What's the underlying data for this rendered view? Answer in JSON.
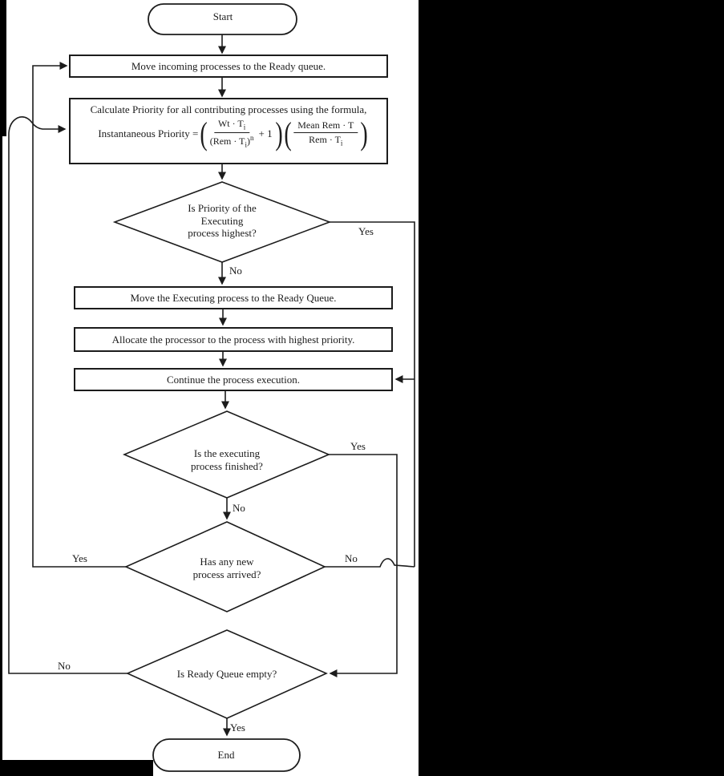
{
  "diagram": {
    "terminators": {
      "start": "Start",
      "end": "End"
    },
    "processes": {
      "move_incoming": "Move incoming processes to the Ready queue.",
      "calculate_line": "Calculate Priority for all contributing processes using the formula,",
      "move_executing": "Move the Executing process to the Ready Queue.",
      "allocate": "Allocate the processor to the process with highest priority.",
      "continue_exec": "Continue the process execution."
    },
    "formula": {
      "lhs": "Instantaneous Priority =",
      "paren_open": "(",
      "paren_close": ")",
      "frac1_num_main": "Wt · T",
      "frac1_num_sub": "i",
      "frac1_den_main": "(Rem · T",
      "frac1_den_sub": "i",
      "frac1_den_close": ")",
      "frac1_den_sup": "n",
      "plus_one": "+ 1",
      "frac2_num": "Mean Rem · T",
      "frac2_den_main": "Rem · T",
      "frac2_den_sub": "i"
    },
    "decisions": {
      "d1": {
        "line1": "Is Priority of the",
        "line2": "Executing",
        "line3": "process highest?",
        "yes": "Yes",
        "no": "No"
      },
      "d2": {
        "line1": "Is the executing",
        "line2": "process finished?",
        "yes": "Yes",
        "no": "No"
      },
      "d3": {
        "line1": "Has any new",
        "line2": "process arrived?",
        "yes": "Yes",
        "no": "No"
      },
      "d4": {
        "line1": "Is Ready Queue empty?",
        "yes": "Yes",
        "no": "No"
      }
    },
    "colors": {
      "ink": "#1c1c1c",
      "background": "#ffffff",
      "mask": "#000000"
    }
  }
}
